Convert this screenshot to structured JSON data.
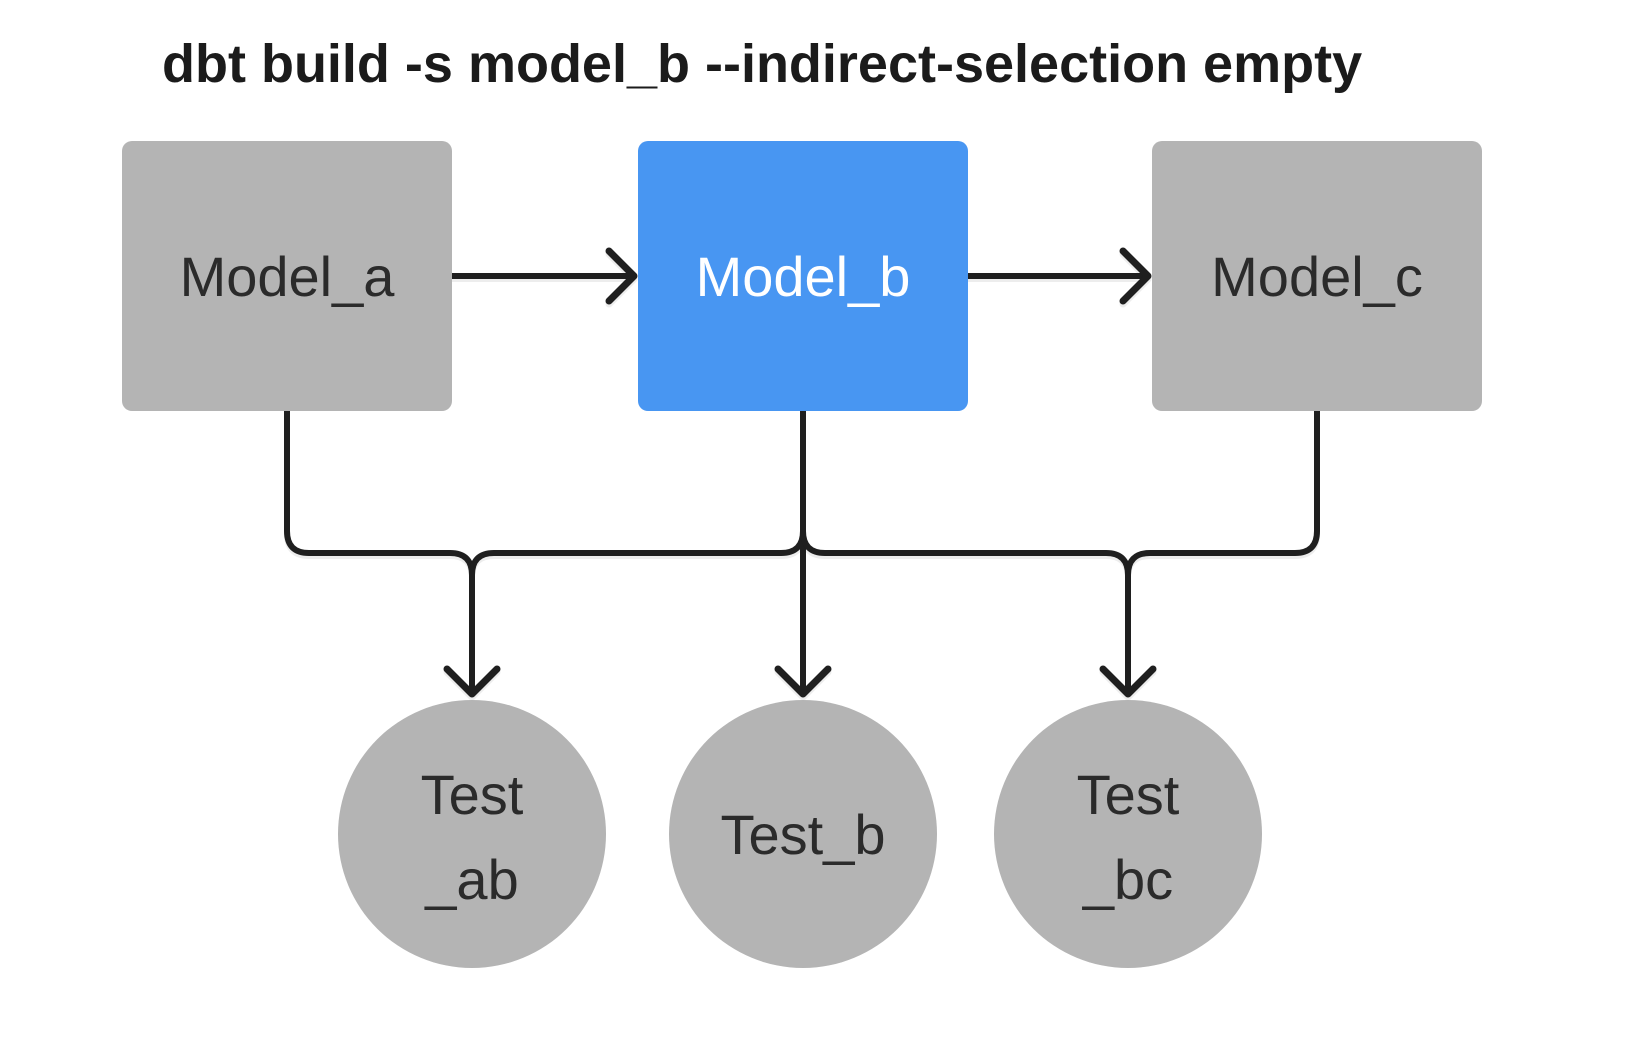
{
  "title": "dbt build -s model_b --indirect-selection empty",
  "colors": {
    "background": "#ffffff",
    "node_gray": "#b4b4b4",
    "selected_blue": "#4896f2",
    "edge": "#1f1f1f",
    "node_text_dark": "#2b2b2b",
    "node_text_light": "#ffffff",
    "title_text": "#1b1b1b"
  },
  "nodes": {
    "models": [
      {
        "id": "model_a",
        "label": "Model_a",
        "state": "unselected"
      },
      {
        "id": "model_b",
        "label": "Model_b",
        "state": "selected"
      },
      {
        "id": "model_c",
        "label": "Model_c",
        "state": "unselected"
      }
    ],
    "tests": [
      {
        "id": "test_ab",
        "lines": [
          "Test",
          "_ab"
        ]
      },
      {
        "id": "test_b",
        "lines": [
          "Test_b"
        ]
      },
      {
        "id": "test_bc",
        "lines": [
          "Test",
          "_bc"
        ]
      }
    ]
  },
  "edges": [
    {
      "from": "model_a",
      "to": "model_b"
    },
    {
      "from": "model_b",
      "to": "model_c"
    },
    {
      "from": "model_a",
      "to": "test_ab"
    },
    {
      "from": "model_b",
      "to": "test_ab"
    },
    {
      "from": "model_b",
      "to": "test_b"
    },
    {
      "from": "model_b",
      "to": "test_bc"
    },
    {
      "from": "model_c",
      "to": "test_bc"
    }
  ]
}
